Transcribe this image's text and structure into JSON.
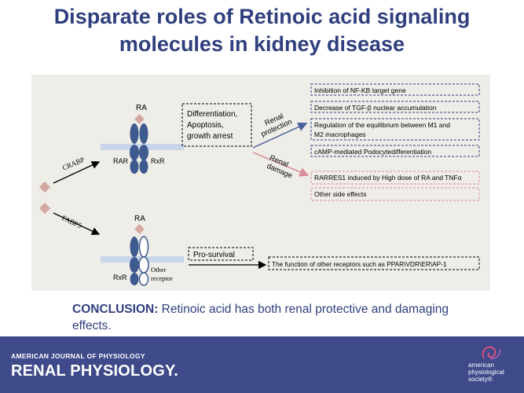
{
  "title": {
    "line1": "Disparate roles of Retinoic acid signaling",
    "line2": "molecules in kidney disease"
  },
  "diagram": {
    "top": {
      "ligand": "RA",
      "receptor_left": "RAR",
      "receptor_right": "RxR",
      "binding_protein": "CRABP",
      "outcome_box": [
        "Differentiation,",
        "Apoptosis,",
        "growth arrest"
      ],
      "protection_label": [
        "Renal",
        "protection"
      ],
      "damage_label": [
        "Renal",
        "damage"
      ],
      "protection_effects": [
        "Inhibition of NF-KB target gene",
        "Decrease of TGF-β nuclear accumulation",
        "Regulation of the equilibrium between M1 and",
        "M2 macrophages",
        "cAMP-mediated Podocytedifferentiation"
      ],
      "damage_effects": [
        "RARRES1 induced by High dose of RA and TNFα",
        "Other side effects"
      ]
    },
    "bottom": {
      "ligand": "RA",
      "receptor_left": "RxR",
      "receptor_right": [
        "Other",
        "receptor"
      ],
      "binding_protein": "FABP5",
      "outcome_box": "Pro-survival",
      "effect": "The function of other receptors such as PPAR\\VDR\\ER\\AP-1"
    }
  },
  "conclusion": {
    "label": "CONCLUSION:",
    "text": " Retinoic acid has both renal protective and damaging effects."
  },
  "footer": {
    "journal_line1": "AMERICAN JOURNAL OF PHYSIOLOGY",
    "journal_line2": "RENAL PHYSIOLOGY.",
    "society": [
      "american",
      "physiological",
      "society®"
    ]
  },
  "colors": {
    "title": "#2f3f7e",
    "receptor": "#3e5a8e",
    "membrane": "#c9d6ea",
    "ligand": "#d4a8a0",
    "protection_arrow": "#4c5f9e",
    "damage_arrow": "#d98d99",
    "footer": "#3e4a8a"
  }
}
